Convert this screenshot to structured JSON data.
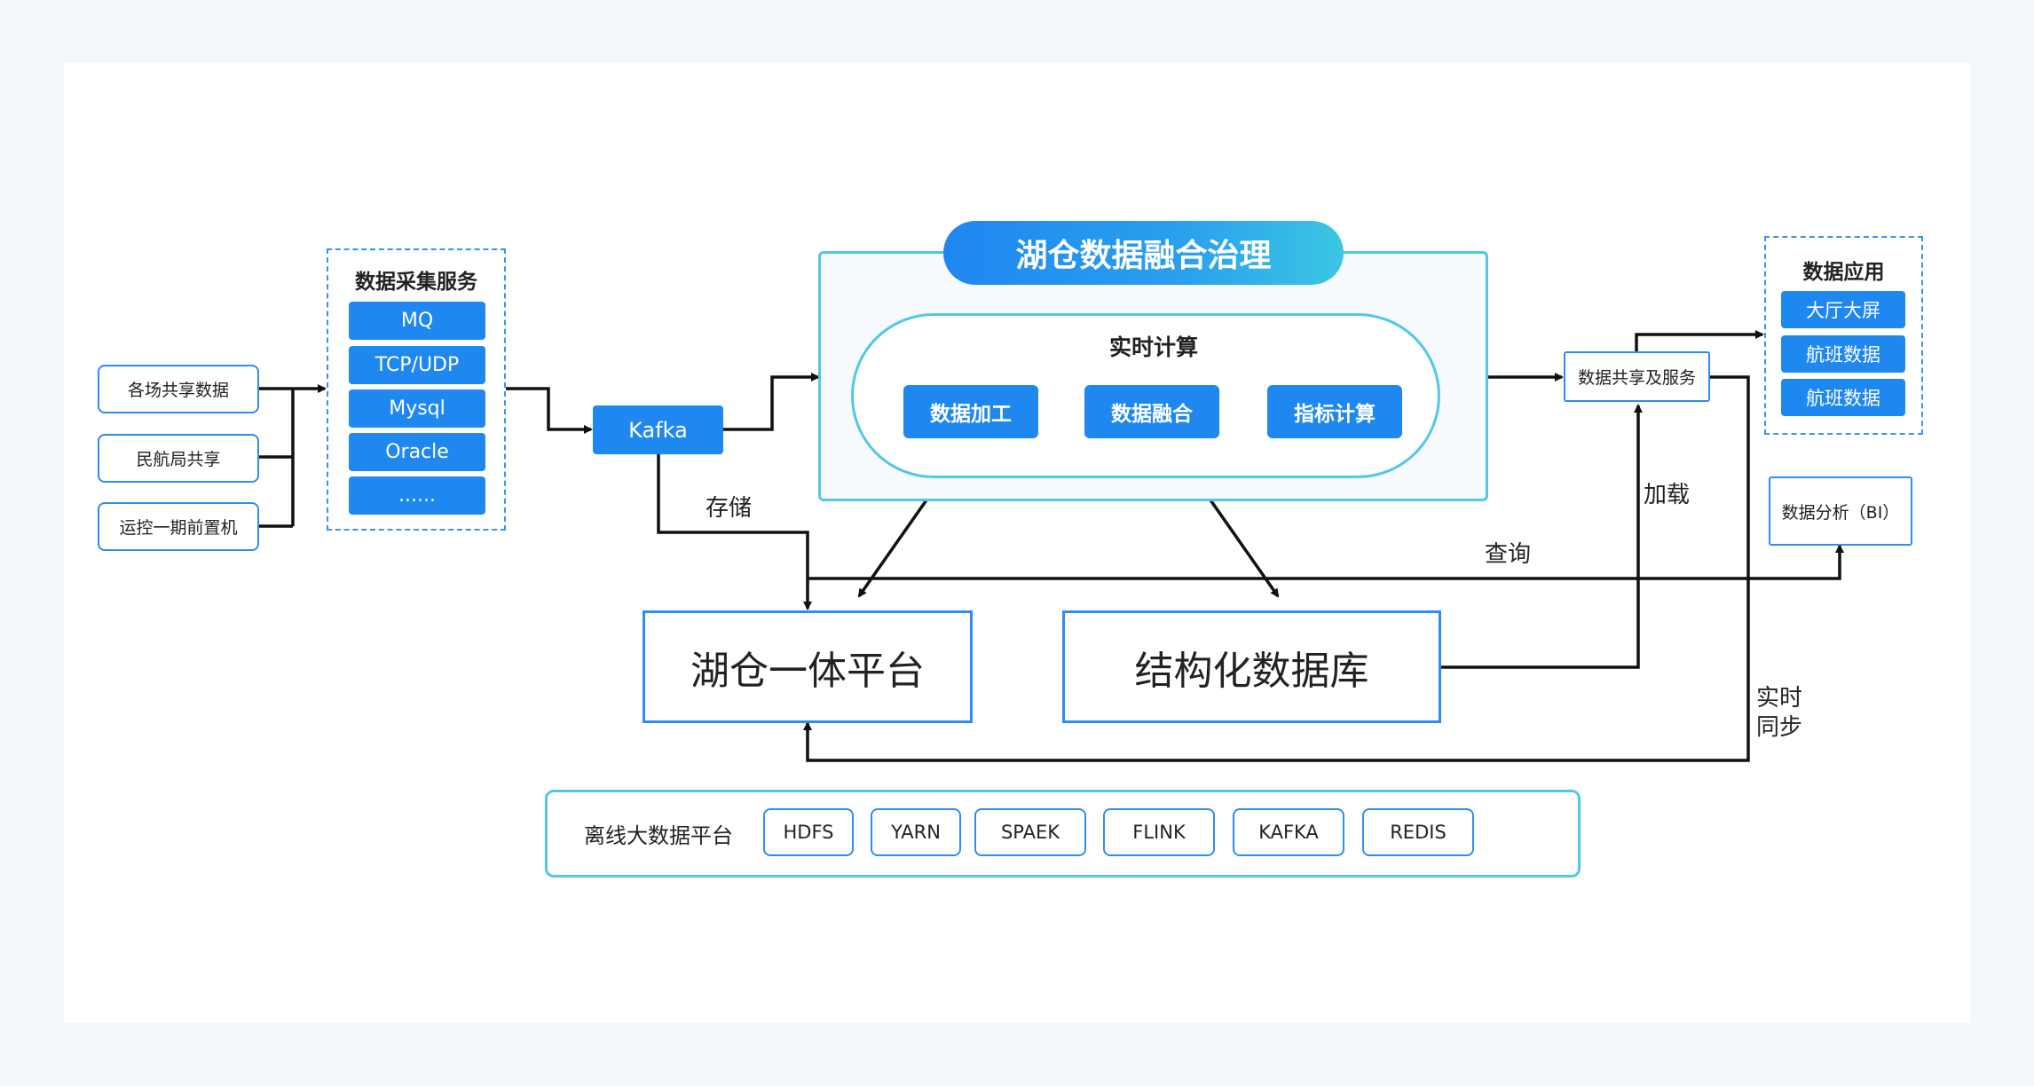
{
  "sources": [
    "各场共享数据",
    "民航局共享",
    "运控一期前置机"
  ],
  "collection": {
    "title": "数据采集服务",
    "items": [
      "MQ",
      "TCP/UDP",
      "Mysql",
      "Oracle",
      "......"
    ]
  },
  "kafka": "Kafka",
  "governance": {
    "title": "湖仓数据融合治理",
    "realtime_title": "实时计算",
    "steps": [
      "数据加工",
      "数据融合",
      "指标计算"
    ]
  },
  "sharing_service": "数据共享及服务",
  "applications": {
    "title": "数据应用",
    "items": [
      "大厅大屏",
      "航班数据",
      "航班数据"
    ]
  },
  "bi": "数据分析（BI）",
  "lakehouse": "湖仓一体平台",
  "structured_db": "结构化数据库",
  "edge_labels": {
    "store": "存储",
    "query": "查询",
    "load": "加载",
    "sync_line1": "实时",
    "sync_line2": "同步"
  },
  "offline": {
    "title": "离线大数据平台",
    "items": [
      "HDFS",
      "YARN",
      "SPAEK",
      "FLINK",
      "KAFKA",
      "REDIS"
    ]
  },
  "colors": {
    "accent": "#1e88f0",
    "border": "#2f8cf0",
    "light_border": "#52c7e6",
    "line": "#111111",
    "background": "#f4f7fc"
  }
}
